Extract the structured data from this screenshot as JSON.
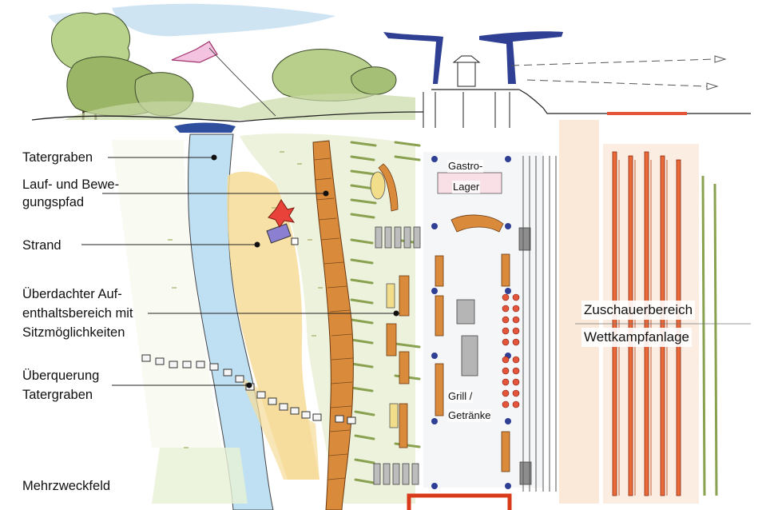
{
  "labels": {
    "tatergraben": "Tatergraben",
    "laufpfad_1": "Lauf- und Bewe-",
    "laufpfad_2": "gungspfad",
    "strand": "Strand",
    "ueberdacht_1": "Überdachter Auf-",
    "ueberdacht_2": "enthaltsbereich mit",
    "ueberdacht_3": "Sitzmöglichkeiten",
    "ueberquerung_1": "Überquerung",
    "ueberquerung_2": "Tatergraben",
    "mehrzweckfeld": "Mehrzweckfeld",
    "gastro_1": "Gastro-",
    "gastro_2": "Lager",
    "grill_1": "Grill /",
    "grill_2": "Getränke",
    "zuschauer": "Zuschauerbereich",
    "wettkampf": "Wettkampfanlage"
  },
  "colors": {
    "water": "#bfe0f2",
    "sand": "#f7dc98",
    "path": "#d98a3a",
    "grass": "#a7b46a",
    "roof": "#2f3f93",
    "track": "#ea6a3a",
    "seat": "#e5553a",
    "spectator_zone": "#f9e2cf"
  }
}
